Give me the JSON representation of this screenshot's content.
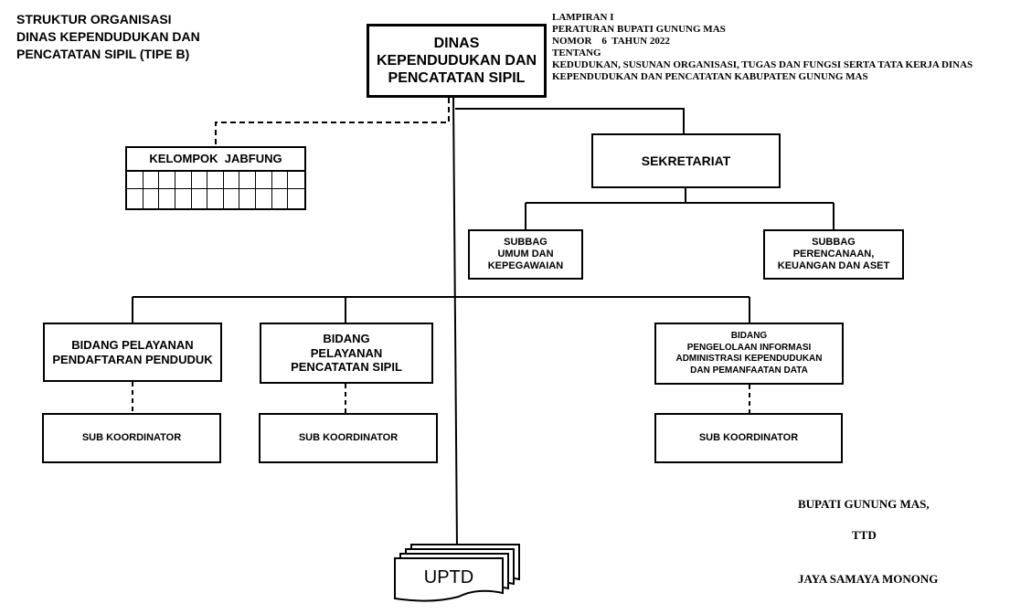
{
  "title": {
    "line1": "STRUKTUR ORGANISASI",
    "line2": "DINAS KEPENDUDUKAN DAN",
    "line3": "PENCATATAN SIPIL (TIPE B)"
  },
  "lampiran": {
    "line1": "LAMPIRAN I",
    "line2": "PERATURAN BUPATI GUNUNG MAS",
    "line3": "NOMOR    6  TAHUN 2022",
    "line4": "TENTANG",
    "line5": "KEDUDUKAN, SUSUNAN ORGANISASI, TUGAS DAN FUNGSI SERTA TATA KERJA DINAS",
    "line6": "KEPENDUDUKAN DAN PENCATATAN KABUPATEN GUNUNG MAS"
  },
  "nodes": {
    "dinas": {
      "line1": "DINAS",
      "line2": "KEPENDUDUKAN DAN",
      "line3": "PENCATATAN SIPIL"
    },
    "jabfung": {
      "label": "KELOMPOK  JABFUNG"
    },
    "sekretariat": {
      "label": "SEKRETARIAT"
    },
    "subbag_umum": {
      "line1": "SUBBAG",
      "line2": "UMUM DAN",
      "line3": "KEPEGAWAIAN"
    },
    "subbag_perencanaan": {
      "line1": "SUBBAG",
      "line2": "PERENCANAAN,",
      "line3": "KEUANGAN DAN ASET"
    },
    "bidang_pendaftaran": {
      "line1": "BIDANG PELAYANAN",
      "line2": "PENDAFTARAN PENDUDUK"
    },
    "bidang_pencatatan": {
      "line1": "BIDANG",
      "line2": "PELAYANAN",
      "line3": "PENCATATAN SIPIL"
    },
    "bidang_informasi": {
      "line1": "BIDANG",
      "line2": "PENGELOLAAN INFORMASI",
      "line3": "ADMINISTRASI KEPENDUDUKAN",
      "line4": "DAN PEMANFAATAN DATA"
    },
    "subkoor_1": {
      "label": "SUB KOORDINATOR"
    },
    "subkoor_2": {
      "label": "SUB KOORDINATOR"
    },
    "subkoor_3": {
      "label": "SUB KOORDINATOR"
    },
    "uptd": {
      "label": "UPTD"
    }
  },
  "signature": {
    "title": "BUPATI GUNUNG MAS,",
    "ttd": "TTD",
    "name": "JAYA SAMAYA MONONG"
  }
}
